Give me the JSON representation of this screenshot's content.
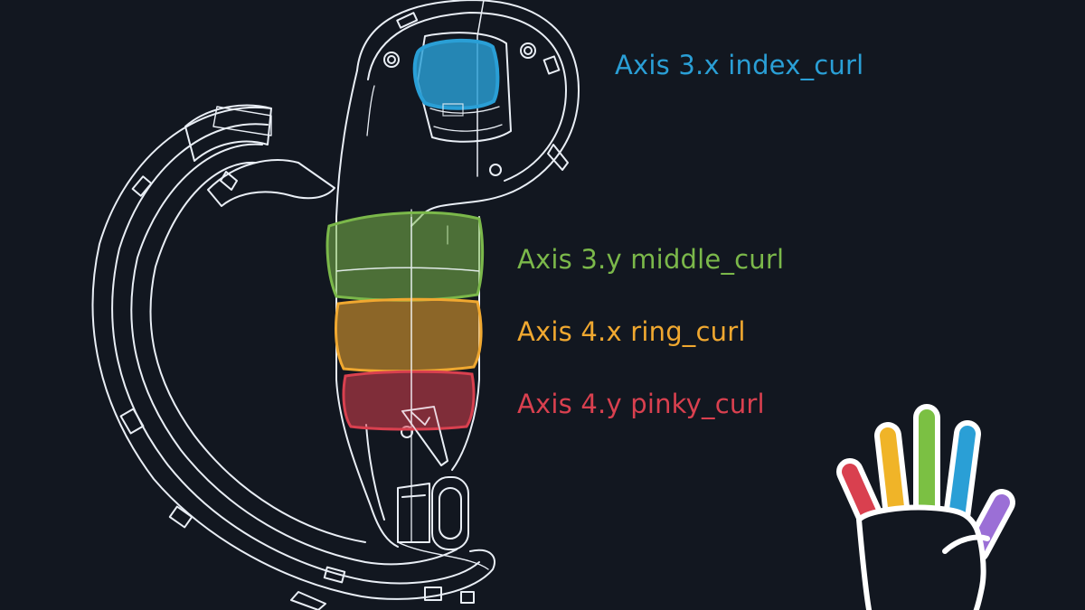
{
  "axes": [
    {
      "id": "index",
      "label": "Axis 3.x index_curl",
      "color": "#2a9fd6"
    },
    {
      "id": "middle",
      "label": "Axis 3.y middle_curl",
      "color": "#7bb84a"
    },
    {
      "id": "ring",
      "label": "Axis 4.x ring_curl",
      "color": "#f0a830"
    },
    {
      "id": "pinky",
      "label": "Axis 4.y pinky_curl",
      "color": "#d9404f"
    }
  ],
  "hand": {
    "finger_colors": {
      "pinky": "#d9404f",
      "ring": "#f0b428",
      "middle": "#7bc043",
      "index": "#2a9fd6",
      "thumb": "#9b6fd6"
    }
  }
}
